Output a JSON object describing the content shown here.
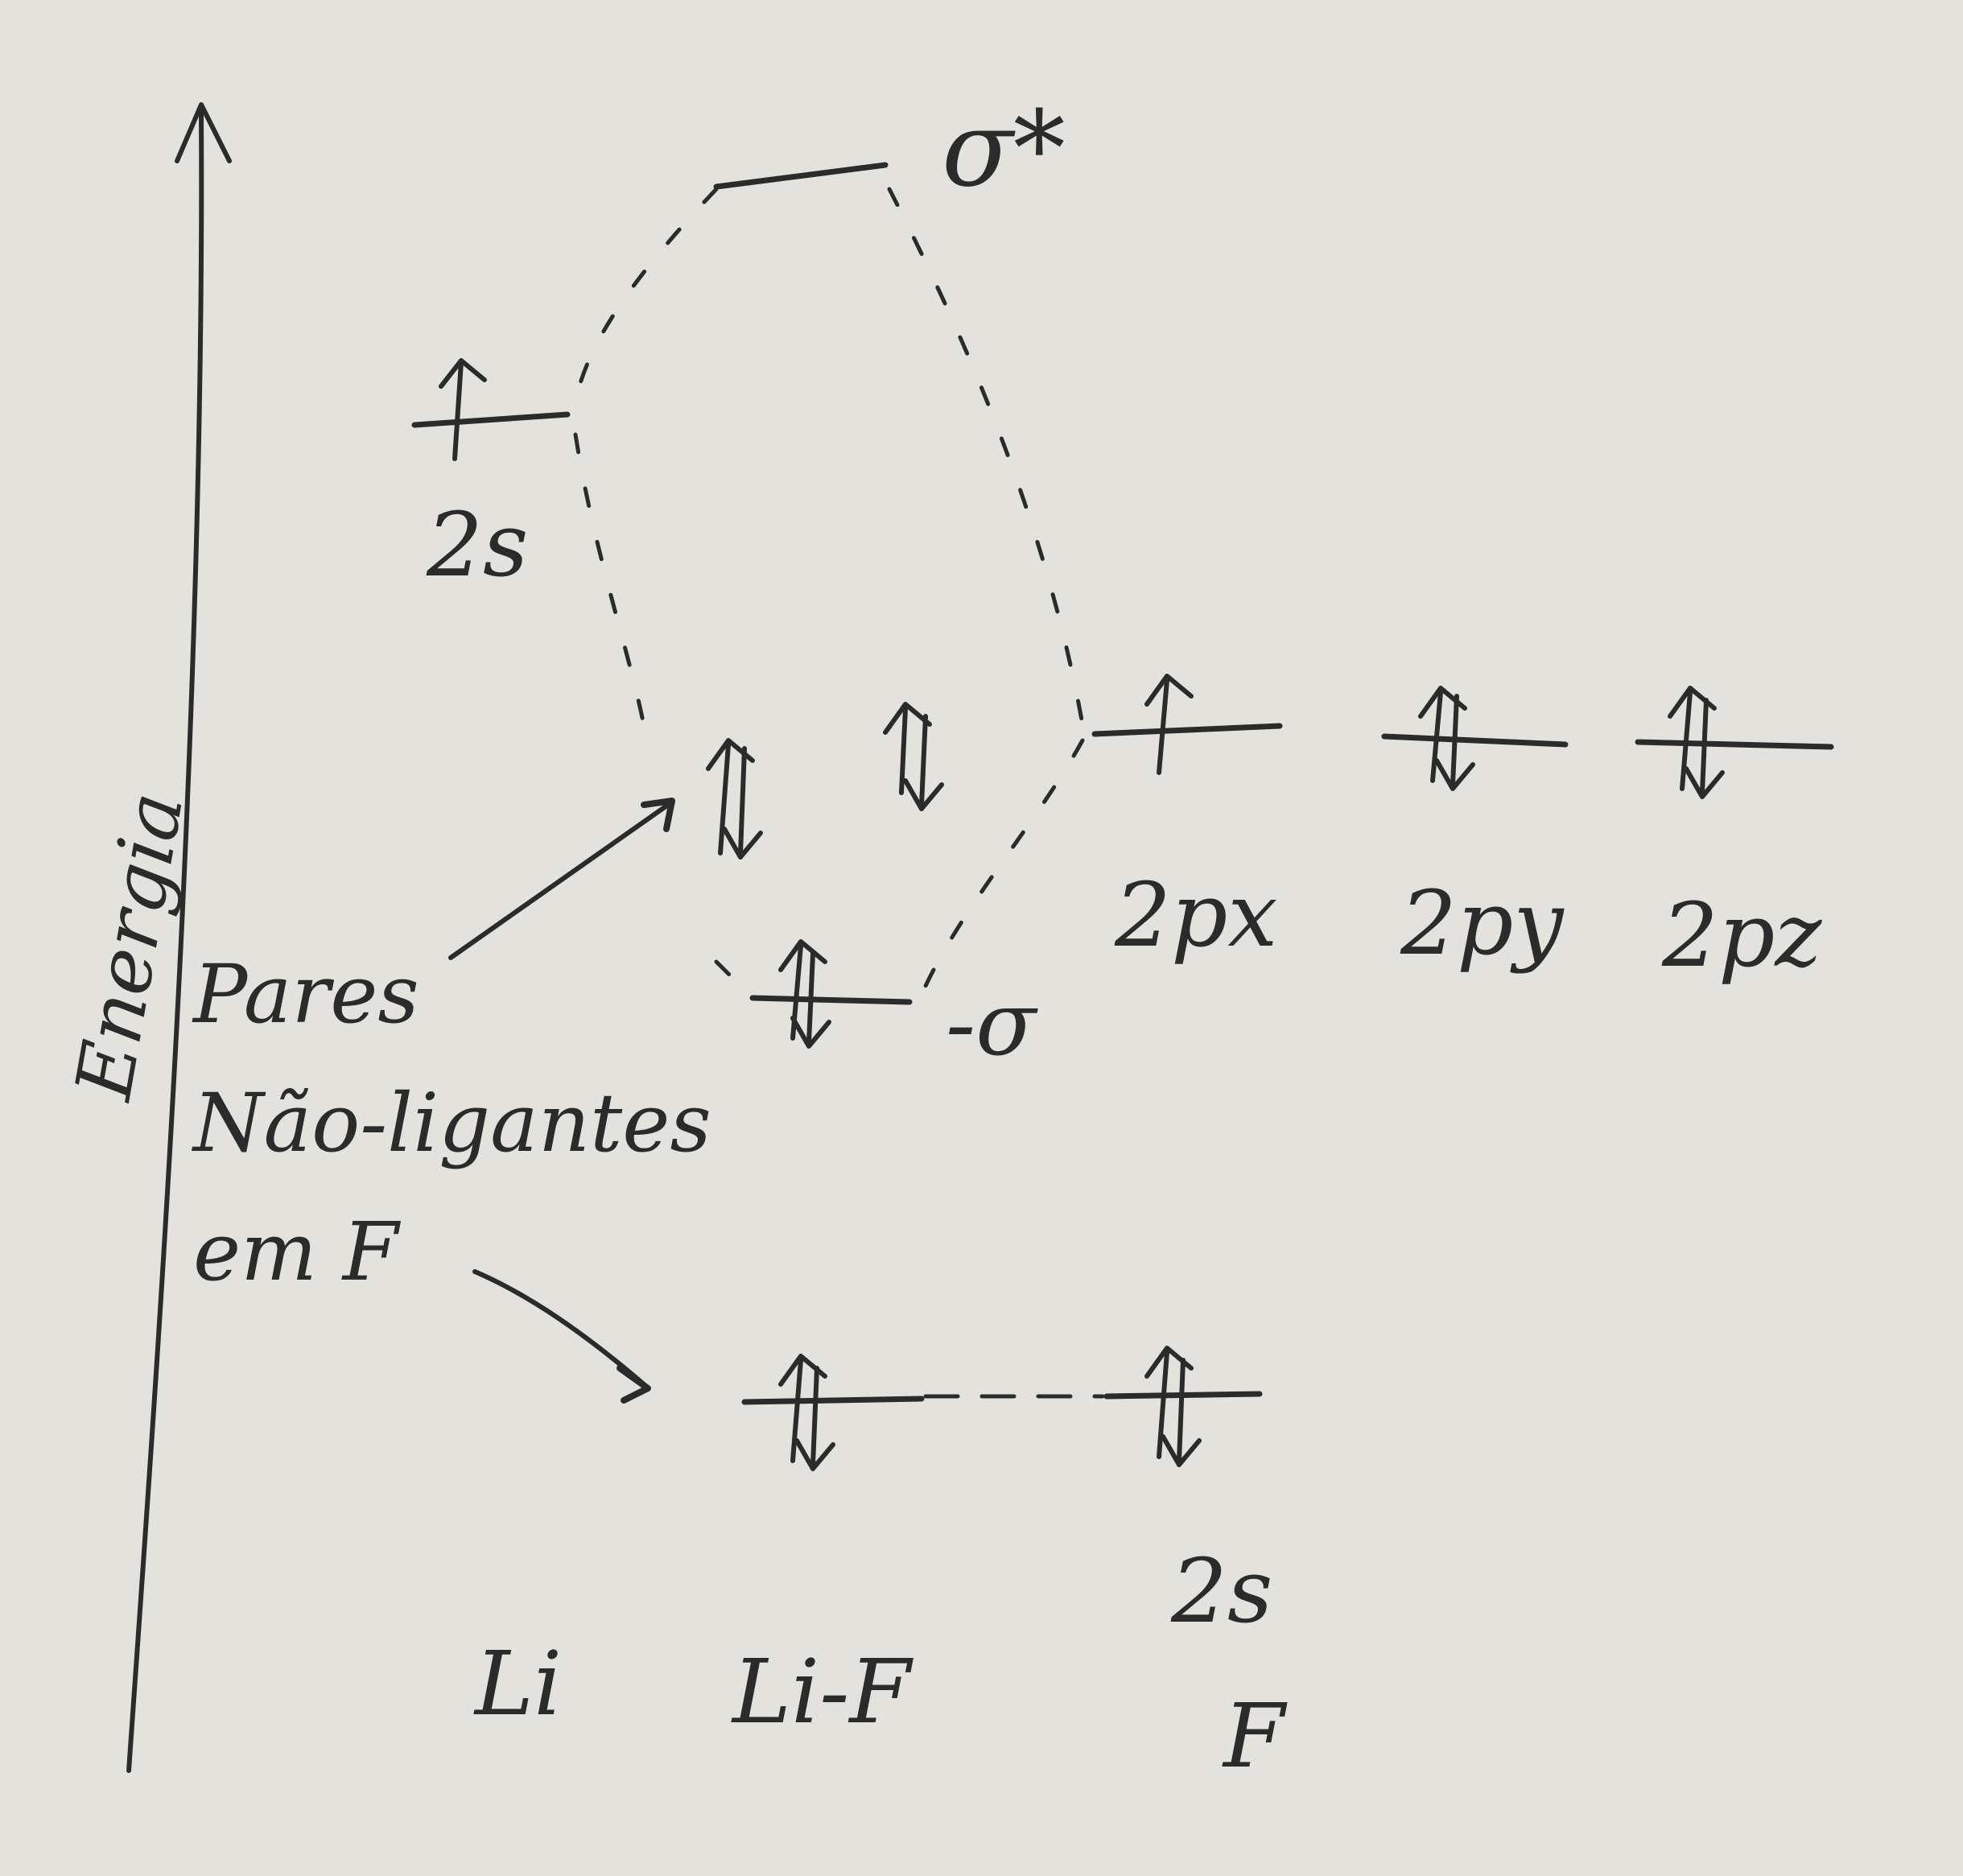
{
  "axis": {
    "label": "Energia"
  },
  "li_levels": {
    "li_2s_label": "2s"
  },
  "molecular": {
    "sigma_star_label": "σ*",
    "sigma_label": "-σ"
  },
  "f_levels": {
    "p_labels": [
      "2px",
      "2py",
      "2pz"
    ],
    "f_2s_label": "2s"
  },
  "annotation": {
    "line1": "Pares",
    "line2": "Não-ligantes",
    "line3": "em F"
  },
  "columns": {
    "li": "Li",
    "lif": "Li-F",
    "f": "F"
  },
  "colors": {
    "ink": "#2b2b2b",
    "paper": "#e4e2dd"
  }
}
